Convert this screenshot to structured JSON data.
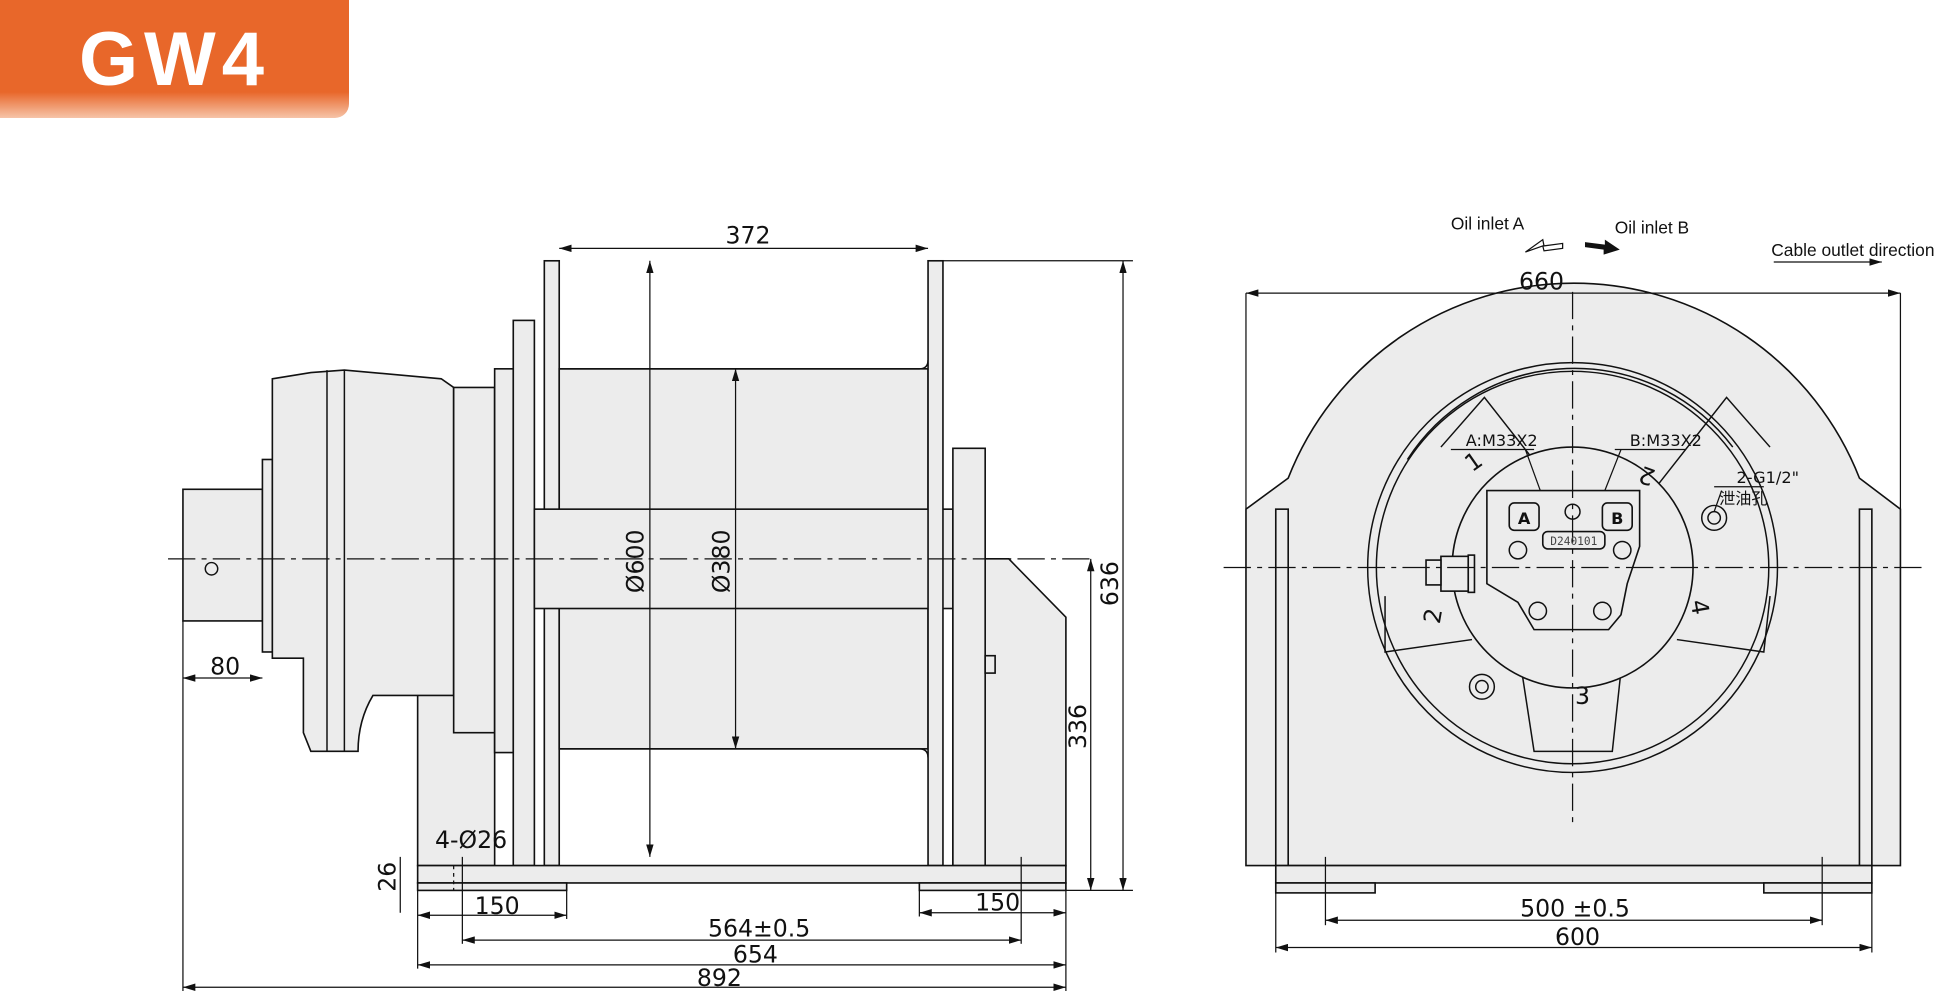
{
  "model_badge": {
    "label": "GW4",
    "color": "#E8672A"
  },
  "side_view": {
    "dims": {
      "drum_width": "372",
      "flange_dia": "Ø600",
      "barrel_dia": "Ø380",
      "overall_height": "636",
      "center_height": "336",
      "shaft_length": "80",
      "base_thickness": "26",
      "mount_holes": "4-Ø26",
      "foot_left": "150",
      "foot_right": "150",
      "hole_spacing": "564±0.5",
      "base_length": "654",
      "overall_length": "892"
    }
  },
  "front_view": {
    "labels": {
      "oil_inlet_a": "Oil inlet A",
      "oil_inlet_b": "Oil inlet B",
      "cable_outlet": "Cable outlet direction",
      "port_a": "A:M33X2",
      "port_b": "B:M33X2",
      "drain": "2-G1/2\"",
      "drain_cn": "泄油孔",
      "valve_code": "D240101",
      "port_a_mark": "A",
      "port_b_mark": "B",
      "seg1": "1",
      "seg2": "2",
      "seg3": "3",
      "seg4": "4"
    },
    "dims": {
      "overall_width": "660",
      "hole_spacing": "500 ±0.5",
      "base_width": "600"
    }
  }
}
